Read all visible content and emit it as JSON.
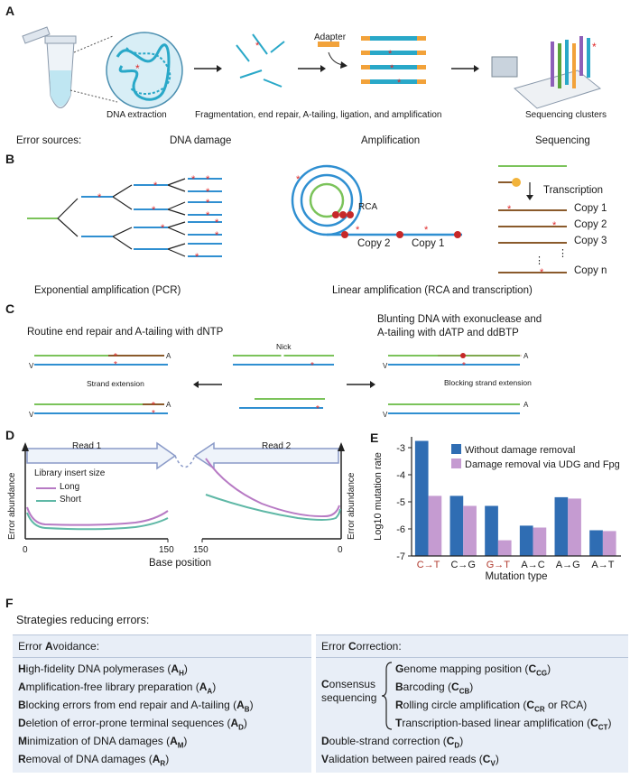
{
  "panels": {
    "a": {
      "letter": "A",
      "label_extraction": "DNA extraction",
      "label_library": "Fragmentation, end repair, A-tailing, ligation, and amplification",
      "label_adapter": "Adapter",
      "label_sequencing": "Sequencing clusters",
      "error_sources": "Error sources:",
      "src_damage": "DNA damage",
      "src_amplification": "Amplification",
      "src_sequencing": "Sequencing"
    },
    "b": {
      "letter": "B",
      "pcr_caption": "Exponential amplification (PCR)",
      "linear_caption": "Linear amplification (RCA and transcription)",
      "rca": "RCA",
      "copy2": "Copy 2",
      "copy1": "Copy 1",
      "transcription": "Transcription",
      "copies": [
        "Copy 1",
        "Copy 2",
        "Copy 3"
      ],
      "copy_n": "Copy n"
    },
    "c": {
      "letter": "C",
      "left_title": "Routine end repair and A-tailing with dNTP",
      "right_title_1": "Blunting DNA with exonuclease and",
      "right_title_2": "A-tailing with dATP and ddBTP",
      "nick": "Nick",
      "strand_ext": "Strand extension",
      "blocking_ext": "Blocking strand extension"
    },
    "d": {
      "letter": "D",
      "read1": "Read 1",
      "read2": "Read 2",
      "legend_title": "Library insert size",
      "legend_long": "Long",
      "legend_short": "Short",
      "ylabel": "Error abundance",
      "xlabel": "Base position",
      "ticks_left": [
        "0",
        "150"
      ],
      "ticks_right": [
        "150",
        "0"
      ]
    },
    "f": {
      "letter": "F",
      "title": "Strategies reducing errors:"
    }
  },
  "chart_data": {
    "type": "bar",
    "panel_letter": "E",
    "categories": [
      "C→T",
      "C→G",
      "G→T",
      "A→C",
      "A→G",
      "A→T"
    ],
    "series": [
      {
        "name": "Without damage removal",
        "values": [
          -2.75,
          -4.78,
          -5.15,
          -5.88,
          -4.83,
          -6.05
        ]
      },
      {
        "name": "Damage removal via UDG and Fpg",
        "values": [
          -4.78,
          -5.15,
          -6.42,
          -5.95,
          -4.88,
          -6.08
        ]
      }
    ],
    "ylim": [
      -7,
      -2.6
    ],
    "yticks": [
      "-3",
      "-4",
      "-5",
      "-6",
      "-7"
    ],
    "ylabel": "Log10 mutation rate",
    "xlabel": "Mutation type",
    "colors": {
      "without": "#2f6db3",
      "with": "#c59bd1",
      "highlight_label": "#b03a2e"
    },
    "legend_position": "top-right"
  },
  "strategies": {
    "avoidance": {
      "header_prefix": "Error ",
      "header_bold": "A",
      "header_rest": "voidance:",
      "items": [
        {
          "bold": "H",
          "text": "igh-fidelity DNA polymerases (",
          "code": "A",
          "sub": "H",
          "end": ")"
        },
        {
          "bold": "A",
          "text": "mplification-free library preparation (",
          "code": "A",
          "sub": "A",
          "end": ")"
        },
        {
          "bold": "B",
          "text": "locking errors from end repair and A-tailing (",
          "code": "A",
          "sub": "B",
          "end": ")"
        },
        {
          "bold": "D",
          "text": "eletion of error-prone terminal sequences (",
          "code": "A",
          "sub": "D",
          "end": ")"
        },
        {
          "bold": "M",
          "text": "inimization of DNA damages (",
          "code": "A",
          "sub": "M",
          "end": ")"
        },
        {
          "bold": "R",
          "text": "emoval of DNA damages (",
          "code": "A",
          "sub": "R",
          "end": ")"
        }
      ]
    },
    "correction": {
      "header_prefix": "Error ",
      "header_bold": "C",
      "header_rest": "orrection:",
      "consensus_bold": "C",
      "consensus_rest": "onsensus",
      "consensus_2": "sequencing",
      "sub_items": [
        {
          "bold": "G",
          "text": "enome mapping position (",
          "code": "C",
          "sub": "CG",
          "end": ")"
        },
        {
          "bold": "B",
          "text": "arcoding (",
          "code": "C",
          "sub": "CB",
          "end": ")"
        },
        {
          "bold": "R",
          "text": "olling circle amplification (",
          "code": "C",
          "sub": "CR",
          "end": " or RCA)"
        },
        {
          "bold": "T",
          "text": "ranscription-based linear amplification (",
          "code": "C",
          "sub": "CT",
          "end": ")"
        }
      ],
      "items": [
        {
          "bold": "D",
          "text": "ouble-strand correction (",
          "code": "C",
          "sub": "D",
          "end": ")"
        },
        {
          "bold": "V",
          "text": "alidation between paired reads (",
          "code": "C",
          "sub": "V",
          "end": ")"
        }
      ]
    }
  }
}
